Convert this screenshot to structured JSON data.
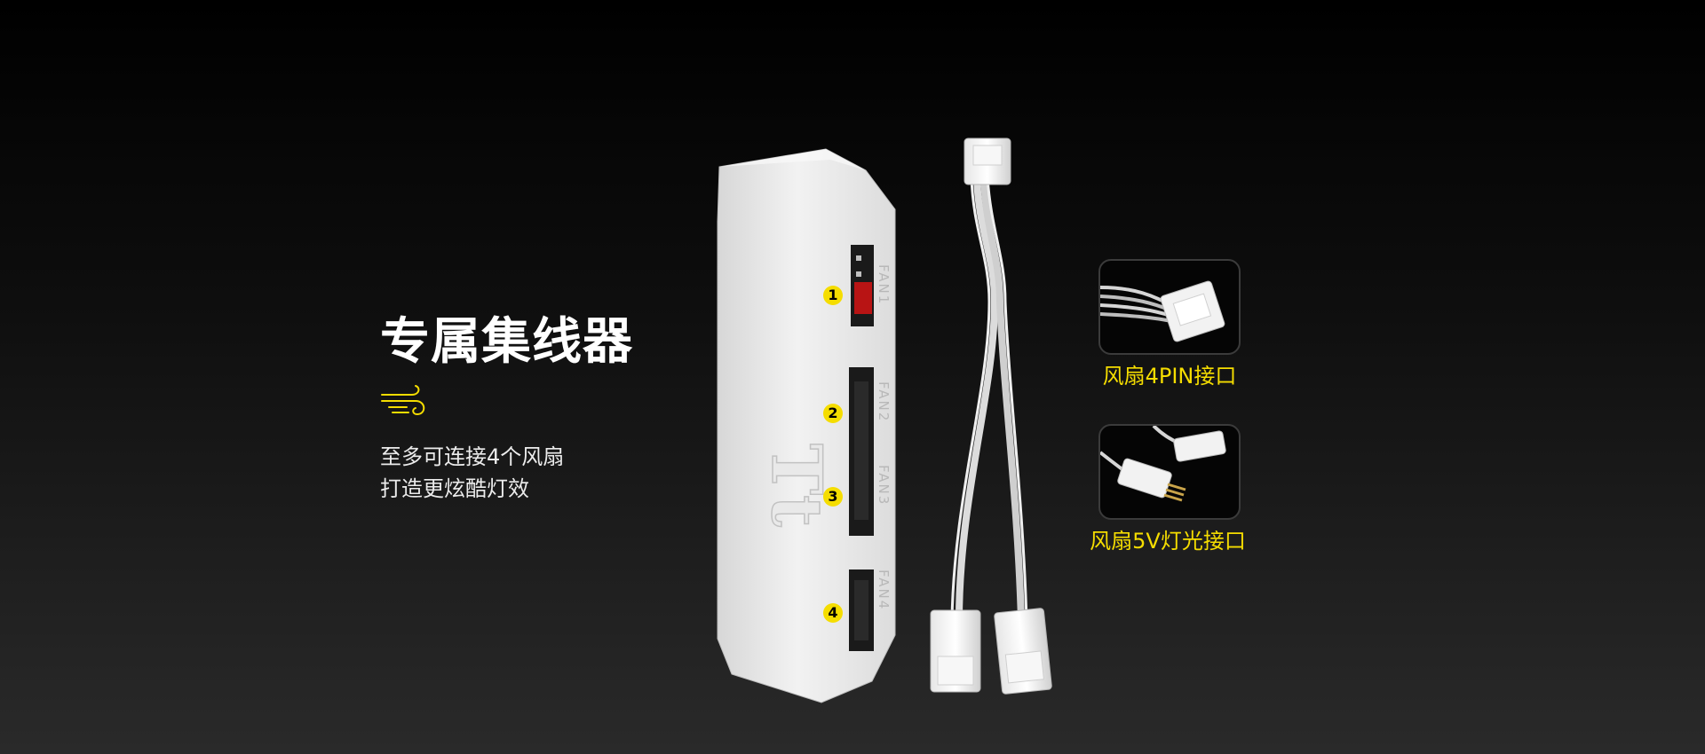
{
  "hero": {
    "title": "专属集线器",
    "icon": "wind-icon",
    "desc_line1": "至多可连接4个风扇",
    "desc_line2": "打造更炫酷灯效"
  },
  "hub": {
    "logo_text": "Tt",
    "ports": [
      {
        "badge": "1",
        "label": "FAN1"
      },
      {
        "badge": "2",
        "label": "FAN2"
      },
      {
        "badge": "3",
        "label": "FAN3"
      },
      {
        "badge": "4",
        "label": "FAN4"
      }
    ]
  },
  "callouts": [
    {
      "label": "风扇4PIN接口"
    },
    {
      "label": "风扇5V灯光接口"
    }
  ],
  "colors": {
    "accent": "#f5dd00",
    "text": "#ffffff",
    "port_highlight": "#b81414"
  }
}
